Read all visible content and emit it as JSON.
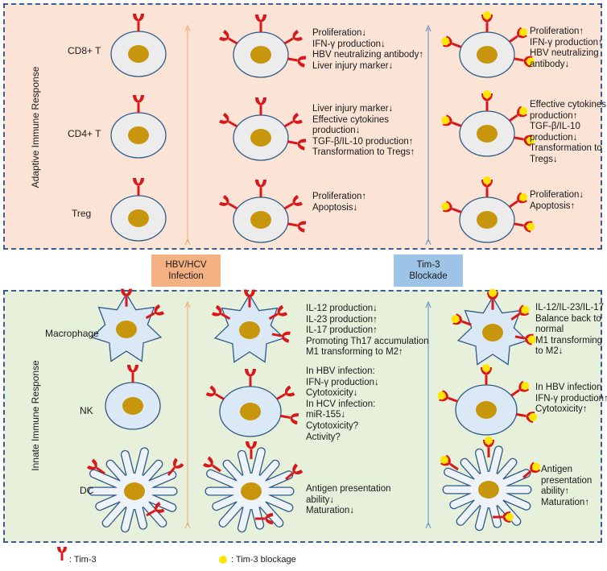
{
  "adaptive": {
    "title": "Adaptive Immune Response",
    "cells": {
      "cd8": "CD8+ T",
      "cd4": "CD4+ T",
      "treg": "Treg"
    },
    "infection_effects": {
      "cd8": [
        "Proliferation↓",
        "IFN-γ production↓",
        "HBV neutralizing antibody↑",
        "Liver injury marker↓"
      ],
      "cd4": [
        "Liver injury marker↓",
        "Effective cytokines",
        "production↓",
        "TGF-β/IL-10 production↑",
        "Transformation to Tregs↑"
      ],
      "treg": [
        "Proliferation↑",
        "Apoptosis↓"
      ]
    },
    "blockade_effects": {
      "cd8": [
        "Proliferation↑",
        "IFN-γ production↑",
        "HBV neutralizing",
        "antibody↓"
      ],
      "cd4": [
        "Effective cytokines",
        "production↑",
        "TGF-β/IL-10",
        "production↓",
        "Transformation to",
        "Tregs↓"
      ],
      "treg": [
        "Proliferation↓",
        "Apoptosis↑"
      ]
    }
  },
  "center": {
    "infection_label": "HBV/HCV\nInfection",
    "infection_line1": "HBV/HCV",
    "infection_line2": "Infection",
    "blockade_line1": "Tim-3",
    "blockade_line2": "Blockade"
  },
  "innate": {
    "title": "Innate Immune Response",
    "cells": {
      "macrophage": "Macrophage",
      "nk": "NK",
      "dc": "DC"
    },
    "infection_effects": {
      "macrophage": [
        "IL-12 production↓",
        "IL-23 production↑",
        "IL-17 production↑",
        "Promoting Th17 accumulation",
        "M1 transforming to M2↑"
      ],
      "nk": [
        "In HBV infection:",
        "IFN-γ production↓",
        "Cytotoxicity↓",
        "In HCV infection:",
        "miR-155↓",
        "Cytotoxicity?",
        "Activity?"
      ],
      "dc": [
        "Antigen presentation",
        "ability↓",
        "Maturation↓"
      ]
    },
    "blockade_effects": {
      "macrophage": [
        "IL-12/IL-23/IL-17",
        "Balance back to",
        "normal",
        "M1 transforming",
        "to M2↓"
      ],
      "nk": [
        "In HBV infection",
        "IFN-γ production↑",
        "Cytotoxicity↑"
      ],
      "dc": [
        "Antigen",
        "presentation",
        "ability↑",
        "Maturation↑"
      ]
    }
  },
  "legend": {
    "tim3": ": Tim-3",
    "blockage": ": Tim-3 blockage"
  },
  "colors": {
    "adaptive_bg": "#fbe3d6",
    "innate_bg": "#e7f0db",
    "receptor": "#d7191c",
    "blocker": "#ffe600",
    "nucleus": "#c8960c",
    "infection_box": "#f4b183",
    "blockade_box": "#9dc3e6"
  }
}
